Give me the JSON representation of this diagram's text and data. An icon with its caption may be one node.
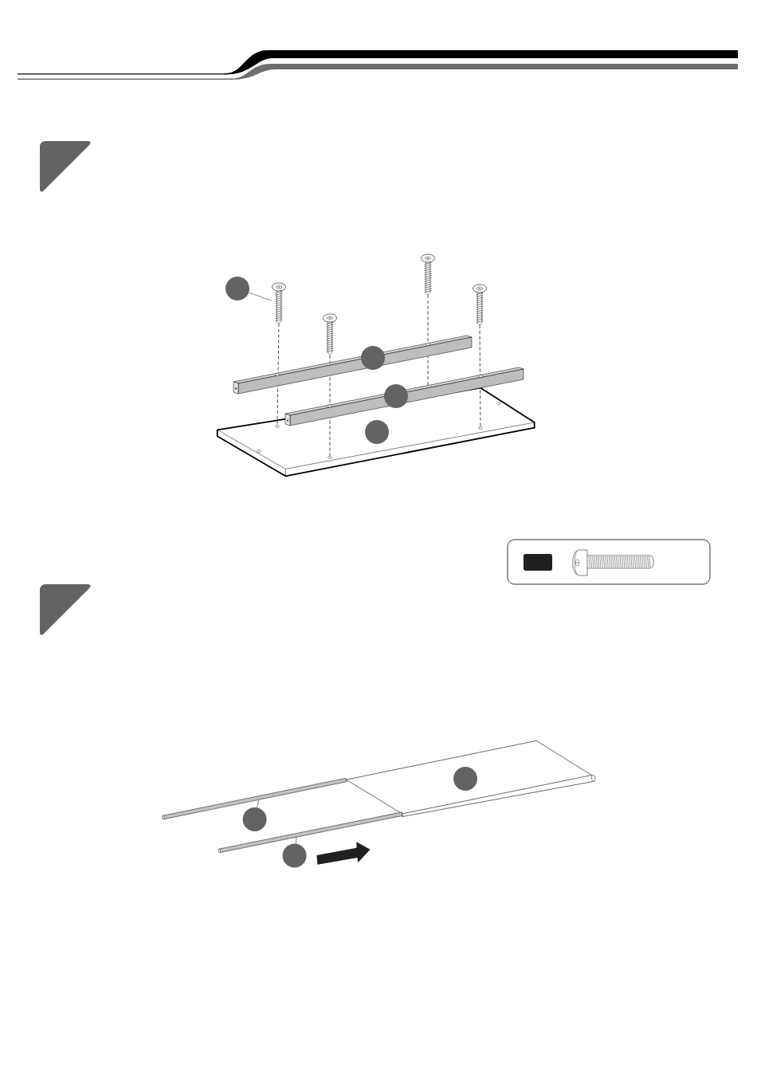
{
  "diagram": {
    "nodes": [
      {
        "text": [],
        "shape": "triangle"
      },
      {
        "text": [],
        "shape": "circle"
      },
      {
        "text": [],
        "shape": "picture"
      },
      {
        "text": [],
        "shape": "circle"
      },
      {
        "text": [],
        "shape": "circle"
      },
      {
        "text": [],
        "shape": "circle"
      },
      {
        "text": [],
        "shape": "box"
      },
      {
        "text": [],
        "shape": "box",
        "in": 6
      },
      {
        "text": [],
        "shape": "triangle"
      },
      {
        "text": [],
        "shape": "circle"
      },
      {
        "text": [],
        "shape": "circle"
      },
      {
        "text": [],
        "shape": "picture"
      },
      {
        "text": [],
        "shape": "circle"
      },
      {
        "text": [],
        "shape": "picture"
      }
    ],
    "edges": [
      {
        "from": 1,
        "to": 2,
        "arrow": "none"
      },
      {
        "from": 10,
        "to": 11,
        "arrow": "none"
      },
      {
        "from": 12,
        "to": 13,
        "arrow": "none"
      }
    ]
  }
}
